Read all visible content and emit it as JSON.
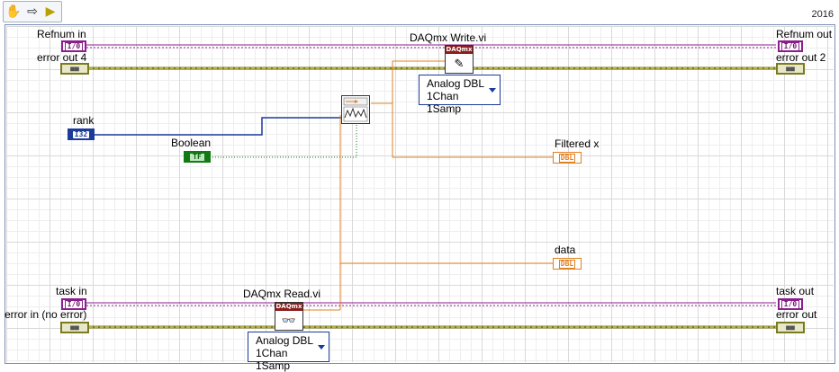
{
  "toolbar": {
    "icons": [
      "hand-icon",
      "arrow-right-icon",
      "run-arrow-icon"
    ],
    "version": "2016"
  },
  "vis": {
    "write": {
      "title": "DAQmx Write.vi",
      "header": "DAQmx",
      "selector_line1": "Analog DBL",
      "selector_line2": "1Chan 1Samp"
    },
    "read": {
      "title": "DAQmx Read.vi",
      "header": "DAQmx",
      "selector_line1": "Analog DBL",
      "selector_line2": "1Chan 1Samp"
    }
  },
  "controls": {
    "refnum_in": "Refnum in",
    "error_out_4": "error out 4",
    "rank": "rank",
    "boolean": "Boolean",
    "task_in": "task in",
    "error_in": "error in (no error)"
  },
  "indicators": {
    "refnum_out": "Refnum out",
    "error_out_2": "error out 2",
    "filtered_x": "Filtered x",
    "data": "data",
    "task_out": "task out",
    "error_out": "error out"
  },
  "terminal_text": {
    "refnum": "I/0",
    "i32": "I32",
    "tf": "TF",
    "dbl": "DBL",
    "error": "■■"
  },
  "colors": {
    "refnum_wire": "#8c1d8c",
    "error_wire": "#7a7a20",
    "int_wire": "#1b3a9a",
    "bool_wire": "#127a12",
    "dbl_wire": "#e08020",
    "frame": "#7d8fb8"
  }
}
